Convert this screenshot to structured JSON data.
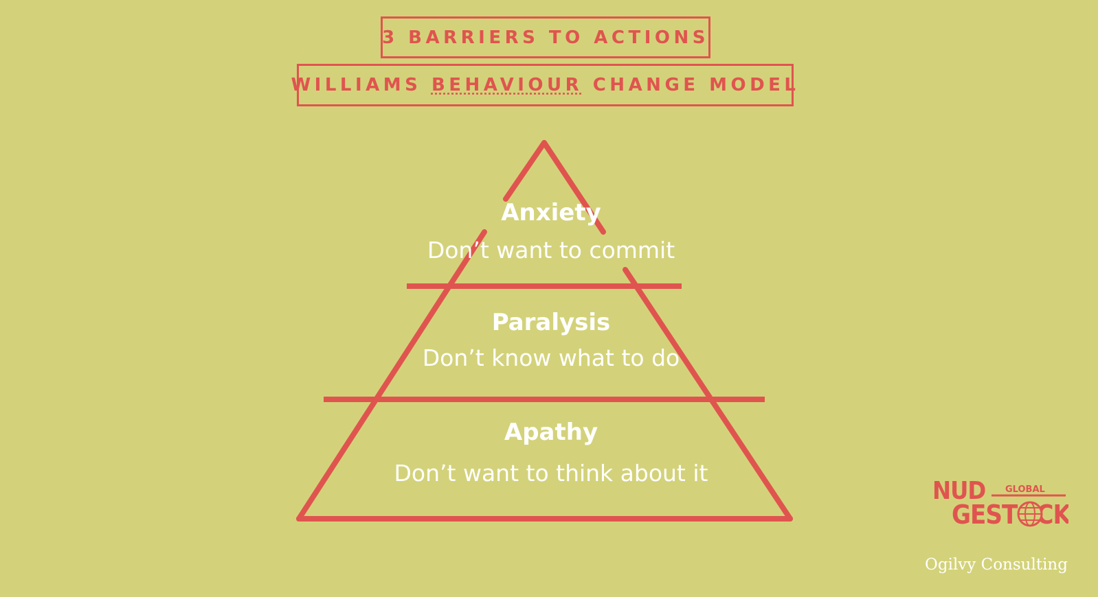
{
  "header": {
    "title_line1": "3 BARRIERS TO ACTIONS",
    "title_line2_prefix": "WILLIAMS ",
    "title_line2_underlined": "BEHAVIOUR",
    "title_line2_suffix": " CHANGE MODEL"
  },
  "pyramid": {
    "tiers": [
      {
        "title": "Anxiety",
        "text": "Don’t want to commit"
      },
      {
        "title": "Paralysis",
        "text": "Don’t know what to do"
      },
      {
        "title": "Apathy",
        "text": "Don’t want to think about it"
      }
    ]
  },
  "logo": {
    "line_a": "NUD",
    "line_b": "GESTOCK",
    "tag": "GLOBAL",
    "icon": "globe-icon"
  },
  "footer": {
    "brand": "Ogilvy Consulting"
  },
  "colors": {
    "background": "#d3d27a",
    "accent": "#e0544f",
    "text": "#ffffff"
  }
}
